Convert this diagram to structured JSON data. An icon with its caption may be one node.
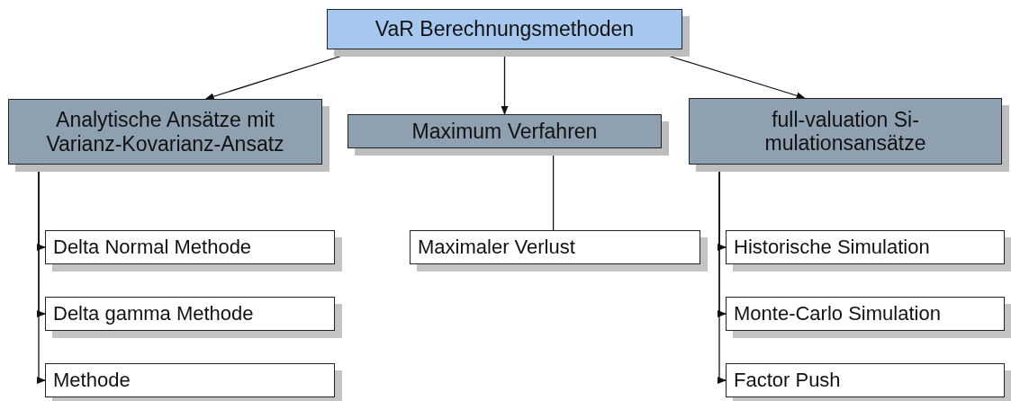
{
  "diagram": {
    "nodes": [
      {
        "text": [
          "VaR Berechnungsmethoden"
        ]
      },
      {
        "text": [
          "Analytische Ansätze mit Varianz-Kovarianz-Ansatz"
        ]
      },
      {
        "text": [
          "Maximum Verfahren"
        ]
      },
      {
        "text": [
          "full-valuation Si- mulationsansätze"
        ]
      },
      {
        "text": [
          "Delta Normal Methode"
        ]
      },
      {
        "text": [
          "Delta gamma Methode"
        ]
      },
      {
        "text": [
          "Methode"
        ]
      },
      {
        "text": [
          "Maximaler Verlust"
        ]
      },
      {
        "text": [
          "Historische Simulation"
        ]
      },
      {
        "text": [
          "Monte-Carlo Simulation"
        ]
      },
      {
        "text": [
          "Factor Push"
        ]
      }
    ],
    "edges": [
      {
        "from": 0,
        "to": 1,
        "arrow": "to"
      },
      {
        "from": 0,
        "to": 2,
        "arrow": "to"
      },
      {
        "from": 0,
        "to": 3,
        "arrow": "to"
      },
      {
        "from": 1,
        "to": 4,
        "arrow": "to"
      },
      {
        "from": 1,
        "to": 5,
        "arrow": "to"
      },
      {
        "from": 1,
        "to": 6,
        "arrow": "to"
      },
      {
        "from": 2,
        "to": 7,
        "arrow": "none"
      },
      {
        "from": 3,
        "to": 8,
        "arrow": "to"
      },
      {
        "from": 3,
        "to": 9,
        "arrow": "to"
      },
      {
        "from": 3,
        "to": 10,
        "arrow": "to"
      }
    ]
  }
}
